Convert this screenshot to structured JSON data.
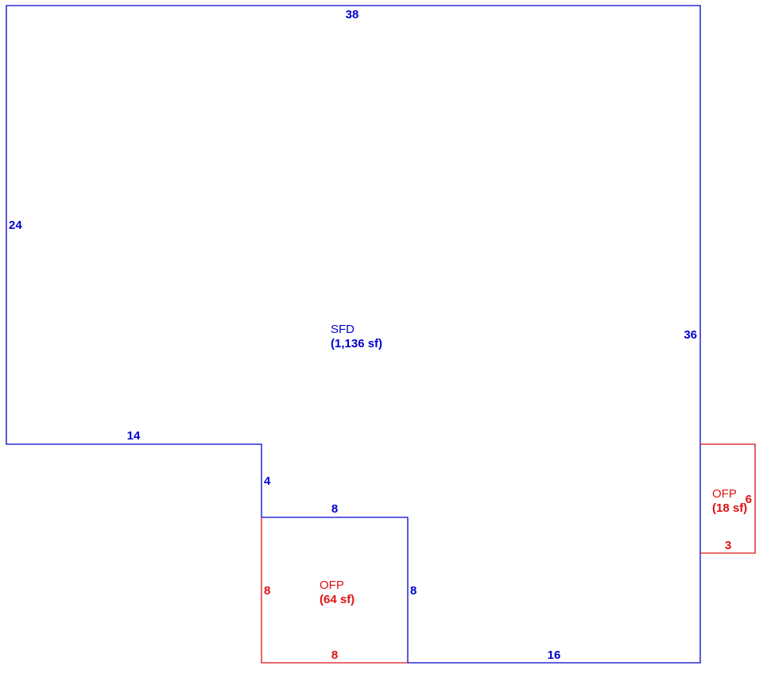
{
  "colors": {
    "sfd_line": "#0000cc",
    "ofp_line": "#dd1111"
  },
  "sfd": {
    "name": "SFD",
    "area": "(1,136 sf)",
    "dims": {
      "top": "38",
      "left": "24",
      "right": "36",
      "notch_top": "14",
      "notch_side": "4",
      "porch_top": "8",
      "porch_right": "8",
      "bottom": "16"
    }
  },
  "ofp_front": {
    "name": "OFP",
    "area": "(64 sf)",
    "dims": {
      "left": "8",
      "bottom": "8"
    }
  },
  "ofp_side": {
    "name": "OFP",
    "area": "(18 sf)",
    "dims": {
      "right": "6",
      "bottom": "3"
    }
  }
}
